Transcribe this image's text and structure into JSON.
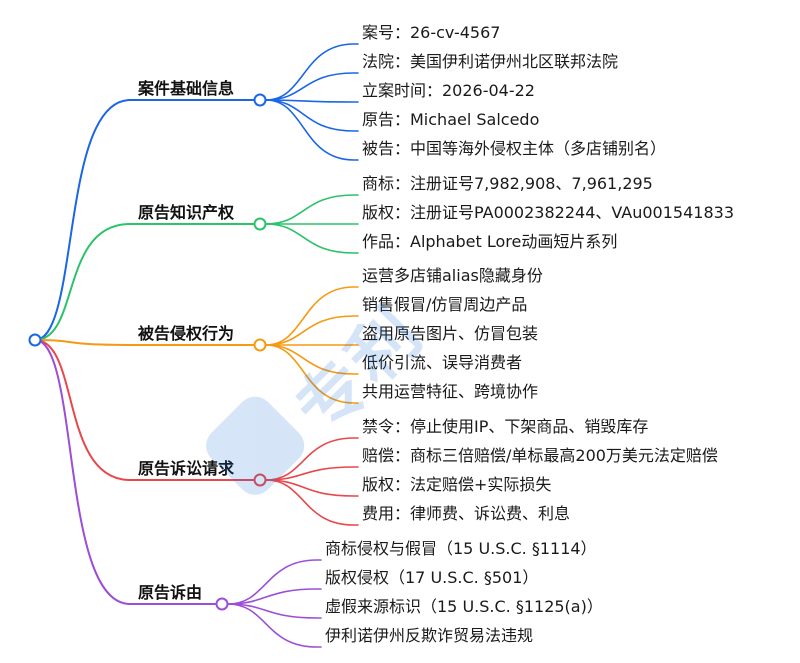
{
  "branches": [
    {
      "title": "案件基础信息",
      "color": "#1a66e5",
      "items": [
        "案号：26-cv-4567",
        "法院：美国伊利诺伊州北区联邦法院",
        "立案时间：2026-04-22",
        "原告：Michael Salcedo",
        "被告：中国等海外侵权主体（多店铺别名）"
      ]
    },
    {
      "title": "原告知识产权",
      "color": "#2cc26a",
      "items": [
        "商标：注册证号7,982,908、7,961,295",
        "版权：注册证号PA0002382244、VAu001541833",
        "作品：Alphabet Lore动画短片系列"
      ]
    },
    {
      "title": "被告侵权行为",
      "color": "#f59a12",
      "items": [
        "运营多店铺alias隐藏身份",
        "销售假冒/仿冒周边产品",
        "盗用原告图片、仿冒包装",
        "低价引流、误导消费者",
        "共用运营特征、跨境协作"
      ]
    },
    {
      "title": "原告诉讼请求",
      "color": "#e8474b",
      "items": [
        "禁令：停止使用IP、下架商品、销毁库存",
        "赔偿：商标三倍赔偿/单标最高200万美元法定赔偿",
        "版权：法定赔偿+实际损失",
        "费用：律师费、诉讼费、利息"
      ]
    },
    {
      "title": "原告诉由",
      "color": "#9b4fd6",
      "items": [
        "商标侵权与假冒（15 U.S.C. §1114）",
        "版权侵权（17 U.S.C. §501）",
        "虚假来源标识（15 U.S.C. §1125(a)）",
        "伊利诺伊州反欺诈贸易法违规"
      ]
    }
  ],
  "watermark": "专利",
  "root_color": "#1a66e5"
}
